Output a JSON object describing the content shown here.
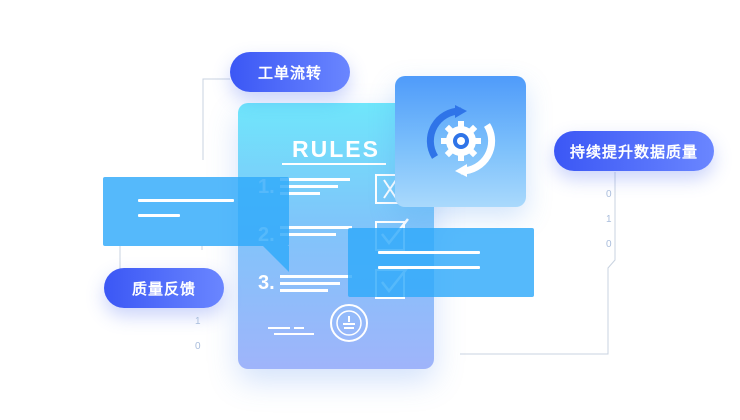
{
  "labels": {
    "workflow": "工单流转",
    "continuous_quality": "持续提升数据质量",
    "feedback": "质量反馈"
  },
  "document": {
    "title": "RULES",
    "items": [
      "1.",
      "2.",
      "3."
    ]
  },
  "binary_right": [
    "0",
    "1",
    "0"
  ],
  "binary_left": [
    "1",
    "0"
  ],
  "colors": {
    "pill_start": "#3b57f5",
    "pill_end": "#6a86ff",
    "card_cyan": "#6fe6fb",
    "card_blue": "#4f9bfa",
    "overlay": "#30aafa",
    "connector": "#c9d3e0"
  },
  "icons": [
    "refresh-gear-icon",
    "cross-checkbox-icon",
    "check-checkbox-icon",
    "seal-stamp-icon"
  ]
}
